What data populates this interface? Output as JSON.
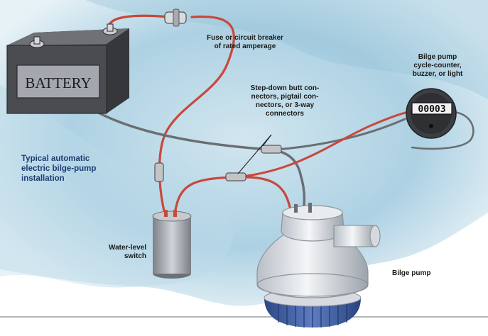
{
  "caption": {
    "line1": "Typical automatic",
    "line2": "electric bilge-pump",
    "line3": "installation"
  },
  "battery": {
    "label": "BATTERY"
  },
  "counter": {
    "display": "00003"
  },
  "labels": {
    "fuse": {
      "line1": "Fuse or circuit breaker",
      "line2": "of rated amperage"
    },
    "connectors": {
      "line1": "Step-down butt con-",
      "line2": "nectors, pigtail con-",
      "line3": "nectors, or 3-way",
      "line4": "connectors"
    },
    "counter": {
      "line1": "Bilge pump",
      "line2": "cycle-counter,",
      "line3": "buzzer, or light"
    },
    "switch": {
      "line1": "Water-level",
      "line2": "switch"
    },
    "pump": {
      "line1": "Bilge pump"
    }
  },
  "colors": {
    "water": "#9cc7dd",
    "wire_red": "#c8483c",
    "wire_gray": "#6a6e73",
    "battery": "#4a4c50",
    "pump_blue": "#3f5fa6",
    "caption": "#1d3d72"
  }
}
